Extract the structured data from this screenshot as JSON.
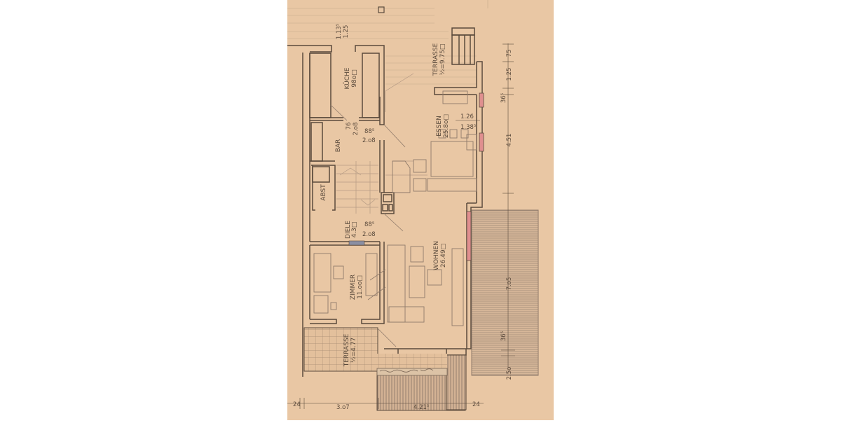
{
  "paper": {
    "bg": "#e9c7a4",
    "ink": "#5a4a3c",
    "lightInk": "#a98e74",
    "accent": "#e08f8f",
    "hatch": "#b29a86"
  },
  "rooms": {
    "kueche": {
      "name": "KÜCHE",
      "area": "98o□"
    },
    "bar": {
      "name": "BAR"
    },
    "abst": {
      "name": "ABST"
    },
    "diele": {
      "name": "DIELE",
      "area": "4.3□"
    },
    "zimmer": {
      "name": "ZIMMER",
      "area": "11.oo□"
    },
    "essen": {
      "name": "ESSEN",
      "area": "25.8o□"
    },
    "wohnen": {
      "name": "WOHNEN",
      "area": "26.49□"
    },
    "terrasse_top": {
      "name": "TERRASSE",
      "area": "½=9.75□"
    },
    "terrasse_bottom": {
      "name": "TERRASSE",
      "area": "½=4.77"
    }
  },
  "dimensions": {
    "top_left_a": "1.13⁵",
    "top_left_b": "1.25",
    "door_kueche_w": "76",
    "door_kueche_h": "2.o8",
    "door_bar_w": "88⁵",
    "door_bar_h": "2.o8",
    "door_diele_w": "88⁵",
    "door_diele_h": "2.o8",
    "window_essen_w": "1.26",
    "window_essen_h": "1.38⁵",
    "right_75": "75",
    "right_125": "1.25",
    "right_365a": "36⁵",
    "right_451": "4.51",
    "right_705": "7.o5",
    "right_365b": "36⁵",
    "right_250": "2.5o",
    "bottom_24a": "24",
    "bottom_307": "3.o7",
    "bottom_4215": "4.21⁵",
    "bottom_24b": "24"
  }
}
